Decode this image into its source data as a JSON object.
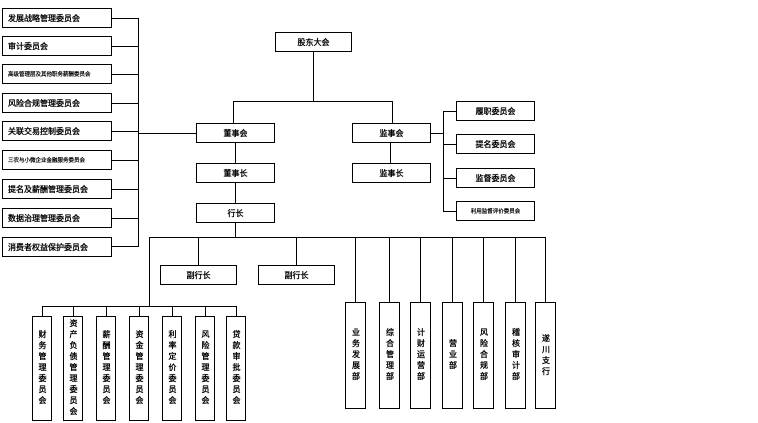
{
  "shareholders": "股东大会",
  "board": "董事会",
  "chairman": "董事长",
  "supervisory_board": "监事会",
  "supervisory_chairman": "监事长",
  "president": "行长",
  "vice_president_1": "副行长",
  "vice_president_2": "副行长",
  "board_committees": [
    "发展战略管理委员会",
    "审计委员会",
    "高级管理层及其他职务薪酬委员会",
    "风险合规管理委员会",
    "关联交易控制委员会",
    "三农与小微企业金融服务委员会",
    "提名及薪酬管理委员会",
    "数据治理管理委员会",
    "消费者权益保护委员会"
  ],
  "supervisory_committees": [
    "履职委员会",
    "提名委员会",
    "监督委员会",
    "利用监督评价委员会"
  ],
  "mgmt_committees": [
    "财务管理委员会",
    "资产负债管理委员会",
    "薪酬管理委员会",
    "资金管理委员会",
    "利率定价委员会",
    "风险管理委员会",
    "贷款审批委员会"
  ],
  "departments": [
    "业务发展部",
    "综合管理部",
    "计财运营部",
    "营业部",
    "风险合规部",
    "稽核审计部",
    "遂川支行"
  ]
}
